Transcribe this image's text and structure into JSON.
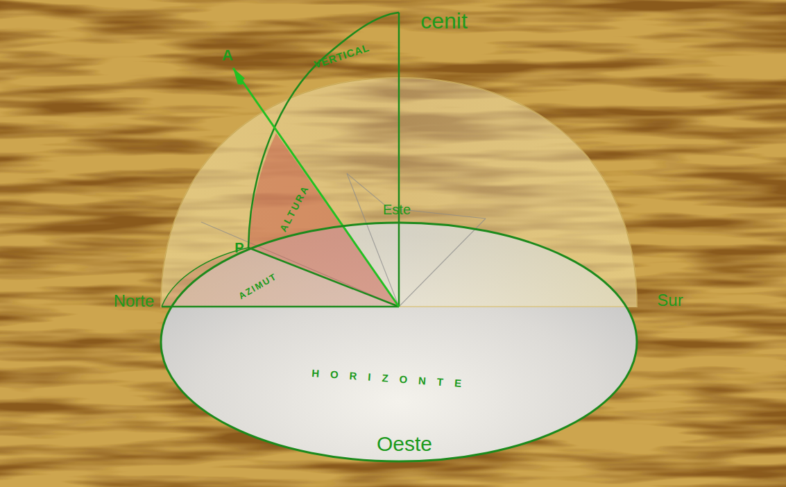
{
  "diagram": {
    "labels": [
      "cenit",
      "VERTICAL",
      "A",
      "Este",
      "ALTURA",
      "P",
      "AZIMUT",
      "Norte",
      "Sur",
      "HORIZONTE",
      "Oeste"
    ]
  }
}
